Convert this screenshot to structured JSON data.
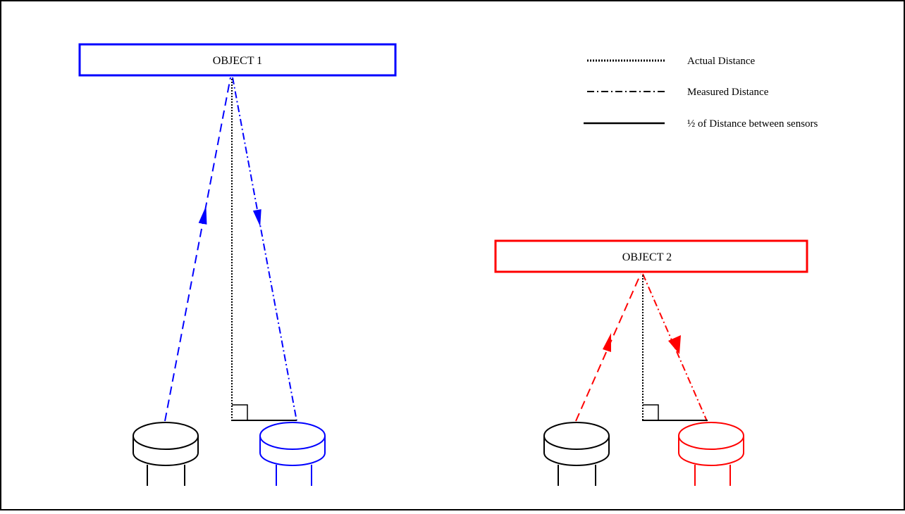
{
  "objects": {
    "object1": {
      "label": "OBJECT 1",
      "color": "#0000ff"
    },
    "object2": {
      "label": "OBJECT 2",
      "color": "#ff0000"
    }
  },
  "legend": {
    "actual": "Actual Distance",
    "measured": "Measured Distance",
    "half_distance": "½ of Distance between sensors"
  },
  "colors": {
    "emitter": "#000000",
    "frame": "#000000",
    "background": "#ffffff"
  }
}
